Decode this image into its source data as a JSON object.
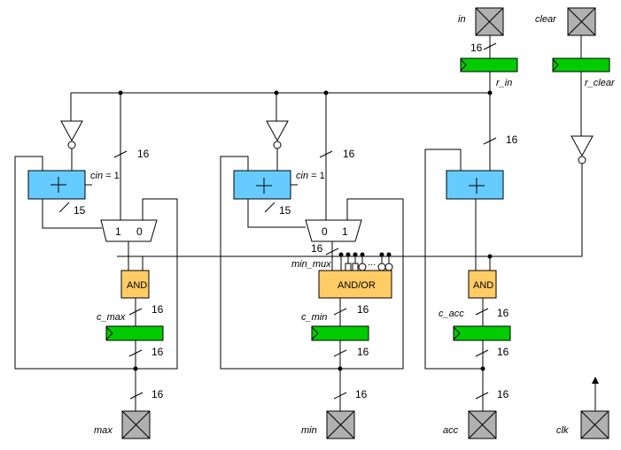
{
  "diagram": {
    "colors": {
      "register": "#00cc00",
      "adder": "#66ccff",
      "logic_gate": "#ffcc66",
      "port": "#b0b0b0",
      "wire": "#000000"
    },
    "inputs": {
      "in": "in",
      "clear": "clear",
      "clk": "clk"
    },
    "outputs": {
      "max": "max",
      "min": "min",
      "acc": "acc"
    },
    "registers": {
      "r_in": "r_in",
      "r_clear": "r_clear",
      "c_max": "c_max",
      "c_min": "c_min",
      "c_acc": "c_acc"
    },
    "signals": {
      "min_mux": "min_mux",
      "cin_max": "cin = 1",
      "cin_min": "cin = 1",
      "cin_word": "cin",
      "cin_val": " = 1"
    },
    "gates": {
      "and_max": "AND",
      "andor_min": "AND/OR",
      "and_acc": "AND"
    },
    "mux": {
      "max": [
        "1",
        "0"
      ],
      "min": [
        "0",
        "1"
      ]
    },
    "widths": {
      "w16": "16",
      "w15": "15"
    },
    "adder_symbol": "+",
    "ellipsis": "..."
  }
}
